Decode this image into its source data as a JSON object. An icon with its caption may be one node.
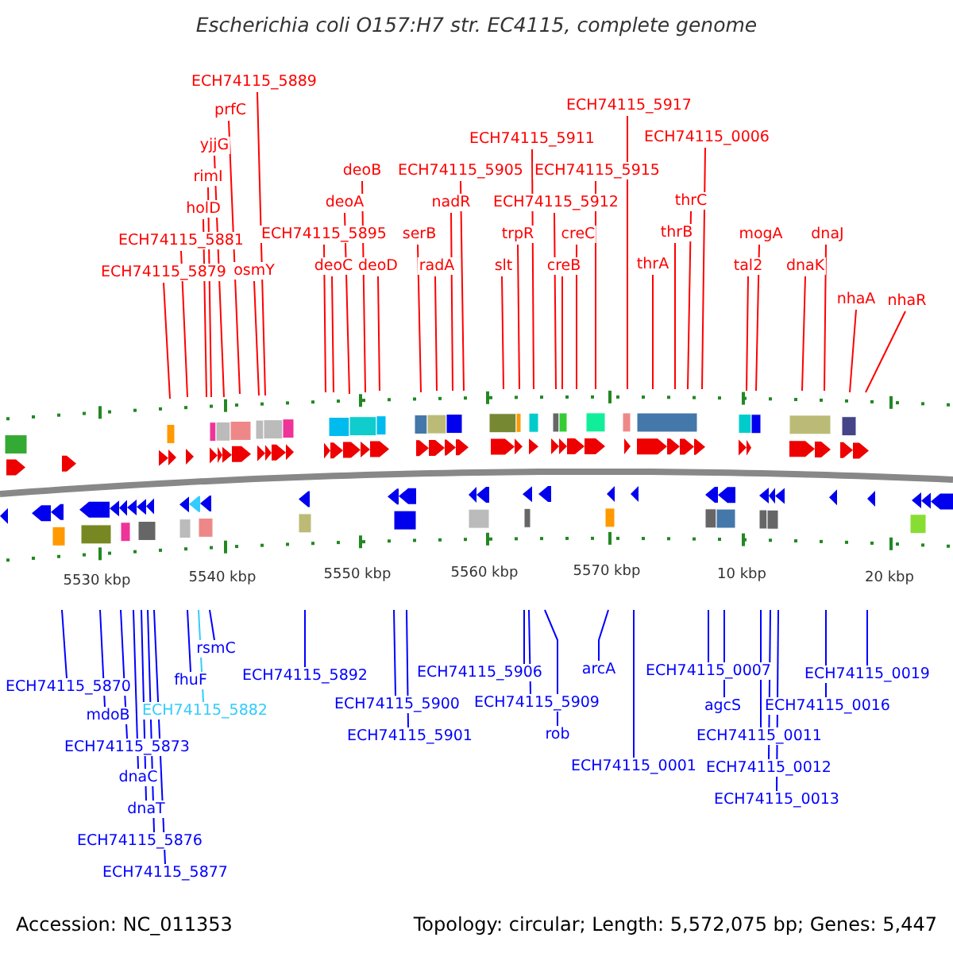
{
  "diagram": {
    "title": "Escherichia coli O157:H7 str. EC4115, complete genome",
    "nodes": [
      {
        "text": [
          "ECH74115_5889"
        ]
      },
      {
        "text": [
          "ECH74115_5917"
        ]
      },
      {
        "text": [
          "prfC"
        ]
      },
      {
        "text": [
          "ECH74115_5911"
        ]
      },
      {
        "text": [
          "ECH74115_0006"
        ]
      },
      {
        "text": [
          "yjjG"
        ]
      },
      {
        "text": [
          "deoB"
        ]
      },
      {
        "text": [
          "ECH74115_5905"
        ]
      },
      {
        "text": [
          "ECH74115_5915"
        ]
      },
      {
        "text": [
          "rimI"
        ]
      },
      {
        "text": [
          "deoA"
        ]
      },
      {
        "text": [
          "nadR"
        ]
      },
      {
        "text": [
          "ECH74115_5912"
        ]
      },
      {
        "text": [
          "thrC"
        ]
      },
      {
        "text": [
          "holD"
        ]
      },
      {
        "text": [
          "ECH74115_5881"
        ]
      },
      {
        "text": [
          "ECH74115_5895"
        ]
      },
      {
        "text": [
          "serB"
        ]
      },
      {
        "text": [
          "trpR"
        ]
      },
      {
        "text": [
          "creC"
        ]
      },
      {
        "text": [
          "thrB"
        ]
      },
      {
        "text": [
          "mogA"
        ]
      },
      {
        "text": [
          "dnaJ"
        ]
      },
      {
        "text": [
          "ECH74115_5879"
        ]
      },
      {
        "text": [
          "osmY"
        ]
      },
      {
        "text": [
          "deoC"
        ]
      },
      {
        "text": [
          "deoD"
        ]
      },
      {
        "text": [
          "radA"
        ]
      },
      {
        "text": [
          "slt"
        ]
      },
      {
        "text": [
          "creB"
        ]
      },
      {
        "text": [
          "thrA"
        ]
      },
      {
        "text": [
          "tal2"
        ]
      },
      {
        "text": [
          "dnaK"
        ]
      },
      {
        "text": [
          "nhaA"
        ]
      },
      {
        "text": [
          "nhaR"
        ]
      },
      {
        "text": [
          "rsmC"
        ]
      },
      {
        "text": [
          "ECH74115_5906"
        ]
      },
      {
        "text": [
          "arcA"
        ]
      },
      {
        "text": [
          "ECH74115_0007"
        ]
      },
      {
        "text": [
          "ECH74115_0019"
        ]
      },
      {
        "text": [
          "ECH74115_5870"
        ]
      },
      {
        "text": [
          "fhuF"
        ]
      },
      {
        "text": [
          "ECH74115_5892"
        ]
      },
      {
        "text": [
          "ECH74115_5900"
        ]
      },
      {
        "text": [
          "ECH74115_5909"
        ]
      },
      {
        "text": [
          "agcS"
        ]
      },
      {
        "text": [
          "ECH74115_0016"
        ]
      },
      {
        "text": [
          "ECH74115_5882"
        ]
      },
      {
        "text": [
          "mdoB"
        ]
      },
      {
        "text": [
          "ECH74115_5901"
        ]
      },
      {
        "text": [
          "rob"
        ]
      },
      {
        "text": [
          "ECH74115_0011"
        ]
      },
      {
        "text": [
          "ECH74115_5873"
        ]
      },
      {
        "text": [
          "ECH74115_0001"
        ]
      },
      {
        "text": [
          "ECH74115_0012"
        ]
      },
      {
        "text": [
          "dnaC"
        ]
      },
      {
        "text": [
          "ECH74115_0013"
        ]
      },
      {
        "text": [
          "dnaT"
        ]
      },
      {
        "text": [
          "ECH74115_5876"
        ]
      },
      {
        "text": [
          "ECH74115_5877"
        ]
      }
    ],
    "edges": [
      {
        "from": 0,
        "to": null,
        "arrow": "none"
      },
      {
        "from": 1,
        "to": null,
        "arrow": "none"
      },
      {
        "from": 2,
        "to": null,
        "arrow": "none"
      },
      {
        "from": 3,
        "to": null,
        "arrow": "none"
      },
      {
        "from": 4,
        "to": null,
        "arrow": "none"
      },
      {
        "from": 5,
        "to": null,
        "arrow": "none"
      },
      {
        "from": 6,
        "to": null,
        "arrow": "none"
      },
      {
        "from": 7,
        "to": null,
        "arrow": "none"
      },
      {
        "from": 8,
        "to": null,
        "arrow": "none"
      },
      {
        "from": 9,
        "to": null,
        "arrow": "none"
      },
      {
        "from": 10,
        "to": null,
        "arrow": "none"
      },
      {
        "from": 11,
        "to": null,
        "arrow": "none"
      },
      {
        "from": 12,
        "to": null,
        "arrow": "none"
      },
      {
        "from": 13,
        "to": null,
        "arrow": "none"
      },
      {
        "from": 14,
        "to": null,
        "arrow": "none"
      },
      {
        "from": 15,
        "to": null,
        "arrow": "none"
      },
      {
        "from": 16,
        "to": null,
        "arrow": "none"
      },
      {
        "from": 17,
        "to": null,
        "arrow": "none"
      },
      {
        "from": 18,
        "to": null,
        "arrow": "none"
      },
      {
        "from": 19,
        "to": null,
        "arrow": "none"
      },
      {
        "from": 20,
        "to": null,
        "arrow": "none"
      },
      {
        "from": 21,
        "to": null,
        "arrow": "none"
      },
      {
        "from": 22,
        "to": null,
        "arrow": "none"
      },
      {
        "from": 23,
        "to": null,
        "arrow": "none"
      },
      {
        "from": 24,
        "to": null,
        "arrow": "none"
      },
      {
        "from": 25,
        "to": null,
        "arrow": "none"
      },
      {
        "from": 26,
        "to": null,
        "arrow": "none"
      },
      {
        "from": 27,
        "to": null,
        "arrow": "none"
      },
      {
        "from": 28,
        "to": null,
        "arrow": "none"
      },
      {
        "from": 29,
        "to": null,
        "arrow": "none"
      },
      {
        "from": 30,
        "to": null,
        "arrow": "none"
      },
      {
        "from": 31,
        "to": null,
        "arrow": "none"
      },
      {
        "from": 32,
        "to": null,
        "arrow": "none"
      },
      {
        "from": 33,
        "to": null,
        "arrow": "none"
      },
      {
        "from": 34,
        "to": null,
        "arrow": "none"
      },
      {
        "from": 35,
        "to": null,
        "arrow": "none",
        "color": "#0000ff"
      },
      {
        "from": 36,
        "to": null,
        "arrow": "none",
        "color": "#0000ff"
      },
      {
        "from": 37,
        "to": null,
        "arrow": "none",
        "color": "#0000ff"
      },
      {
        "from": 38,
        "to": null,
        "arrow": "none",
        "color": "#0000ff"
      },
      {
        "from": 39,
        "to": null,
        "arrow": "none",
        "color": "#0000ff"
      },
      {
        "from": 40,
        "to": null,
        "arrow": "none",
        "color": "#0000ff"
      },
      {
        "from": 41,
        "to": null,
        "arrow": "none",
        "color": "#0000ff"
      },
      {
        "from": 42,
        "to": null,
        "arrow": "none",
        "color": "#0000ff"
      },
      {
        "from": 43,
        "to": null,
        "arrow": "none",
        "color": "#0000ff"
      },
      {
        "from": 44,
        "to": null,
        "arrow": "none",
        "color": "#0000ff"
      },
      {
        "from": 45,
        "to": null,
        "arrow": "none",
        "color": "#0000ff"
      },
      {
        "from": 46,
        "to": null,
        "arrow": "none",
        "color": "#0000ff"
      },
      {
        "from": 47,
        "to": null,
        "arrow": "none",
        "color": "#33ccff"
      },
      {
        "from": 48,
        "to": null,
        "arrow": "none",
        "color": "#0000ff"
      },
      {
        "from": 49,
        "to": null,
        "arrow": "none",
        "color": "#0000ff"
      },
      {
        "from": 50,
        "to": null,
        "arrow": "none",
        "color": "#0000ff"
      },
      {
        "from": 51,
        "to": null,
        "arrow": "none",
        "color": "#0000ff"
      },
      {
        "from": 52,
        "to": null,
        "arrow": "none",
        "color": "#0000ff"
      },
      {
        "from": 53,
        "to": null,
        "arrow": "none",
        "color": "#0000ff"
      },
      {
        "from": 54,
        "to": null,
        "arrow": "none",
        "color": "#0000ff"
      },
      {
        "from": 55,
        "to": null,
        "arrow": "none",
        "color": "#0000ff"
      },
      {
        "from": 56,
        "to": null,
        "arrow": "none",
        "color": "#0000ff"
      },
      {
        "from": 57,
        "to": null,
        "arrow": "none",
        "color": "#0000ff"
      },
      {
        "from": 58,
        "to": null,
        "arrow": "none",
        "color": "#0000ff"
      },
      {
        "from": 59,
        "to": null,
        "arrow": "none",
        "color": "#0000ff"
      }
    ],
    "labels": [
      "5530 kbp",
      "5540 kbp",
      "5550 kbp",
      "5560 kbp",
      "5570 kbp",
      "10 kbp",
      "20 kbp",
      "Accession: NC_011353",
      "Topology: circular; Length: 5,572,075 bp; Genes: 5,447"
    ]
  }
}
